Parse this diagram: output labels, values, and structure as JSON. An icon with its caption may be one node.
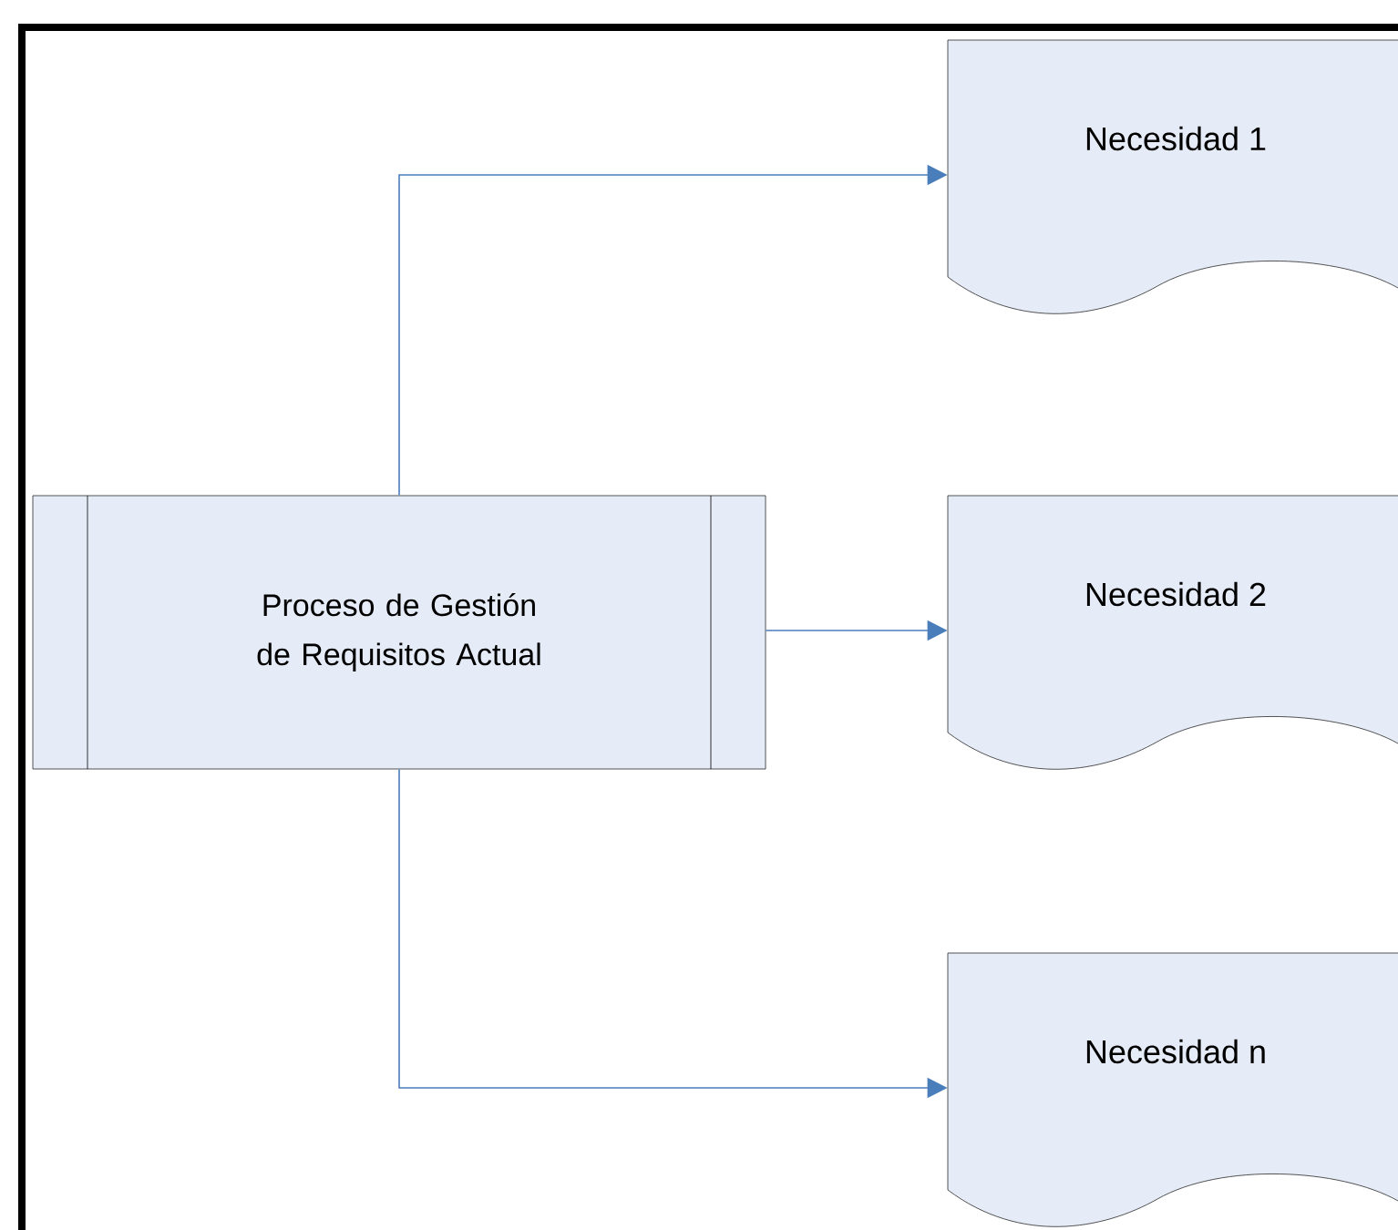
{
  "diagram": {
    "nodes": [
      {
        "text": [
          "Proceso de Gestión de Requisitos Actual"
        ]
      },
      {
        "text": [
          "Necesidad 1"
        ]
      },
      {
        "text": [
          "Necesidad 2"
        ]
      },
      {
        "text": [
          "Necesidad n"
        ]
      }
    ],
    "edges": [
      {
        "from": 0,
        "to": 1,
        "arrow": "to"
      },
      {
        "from": 0,
        "to": 2,
        "arrow": "to"
      },
      {
        "from": 0,
        "to": 3,
        "arrow": "to"
      }
    ]
  }
}
